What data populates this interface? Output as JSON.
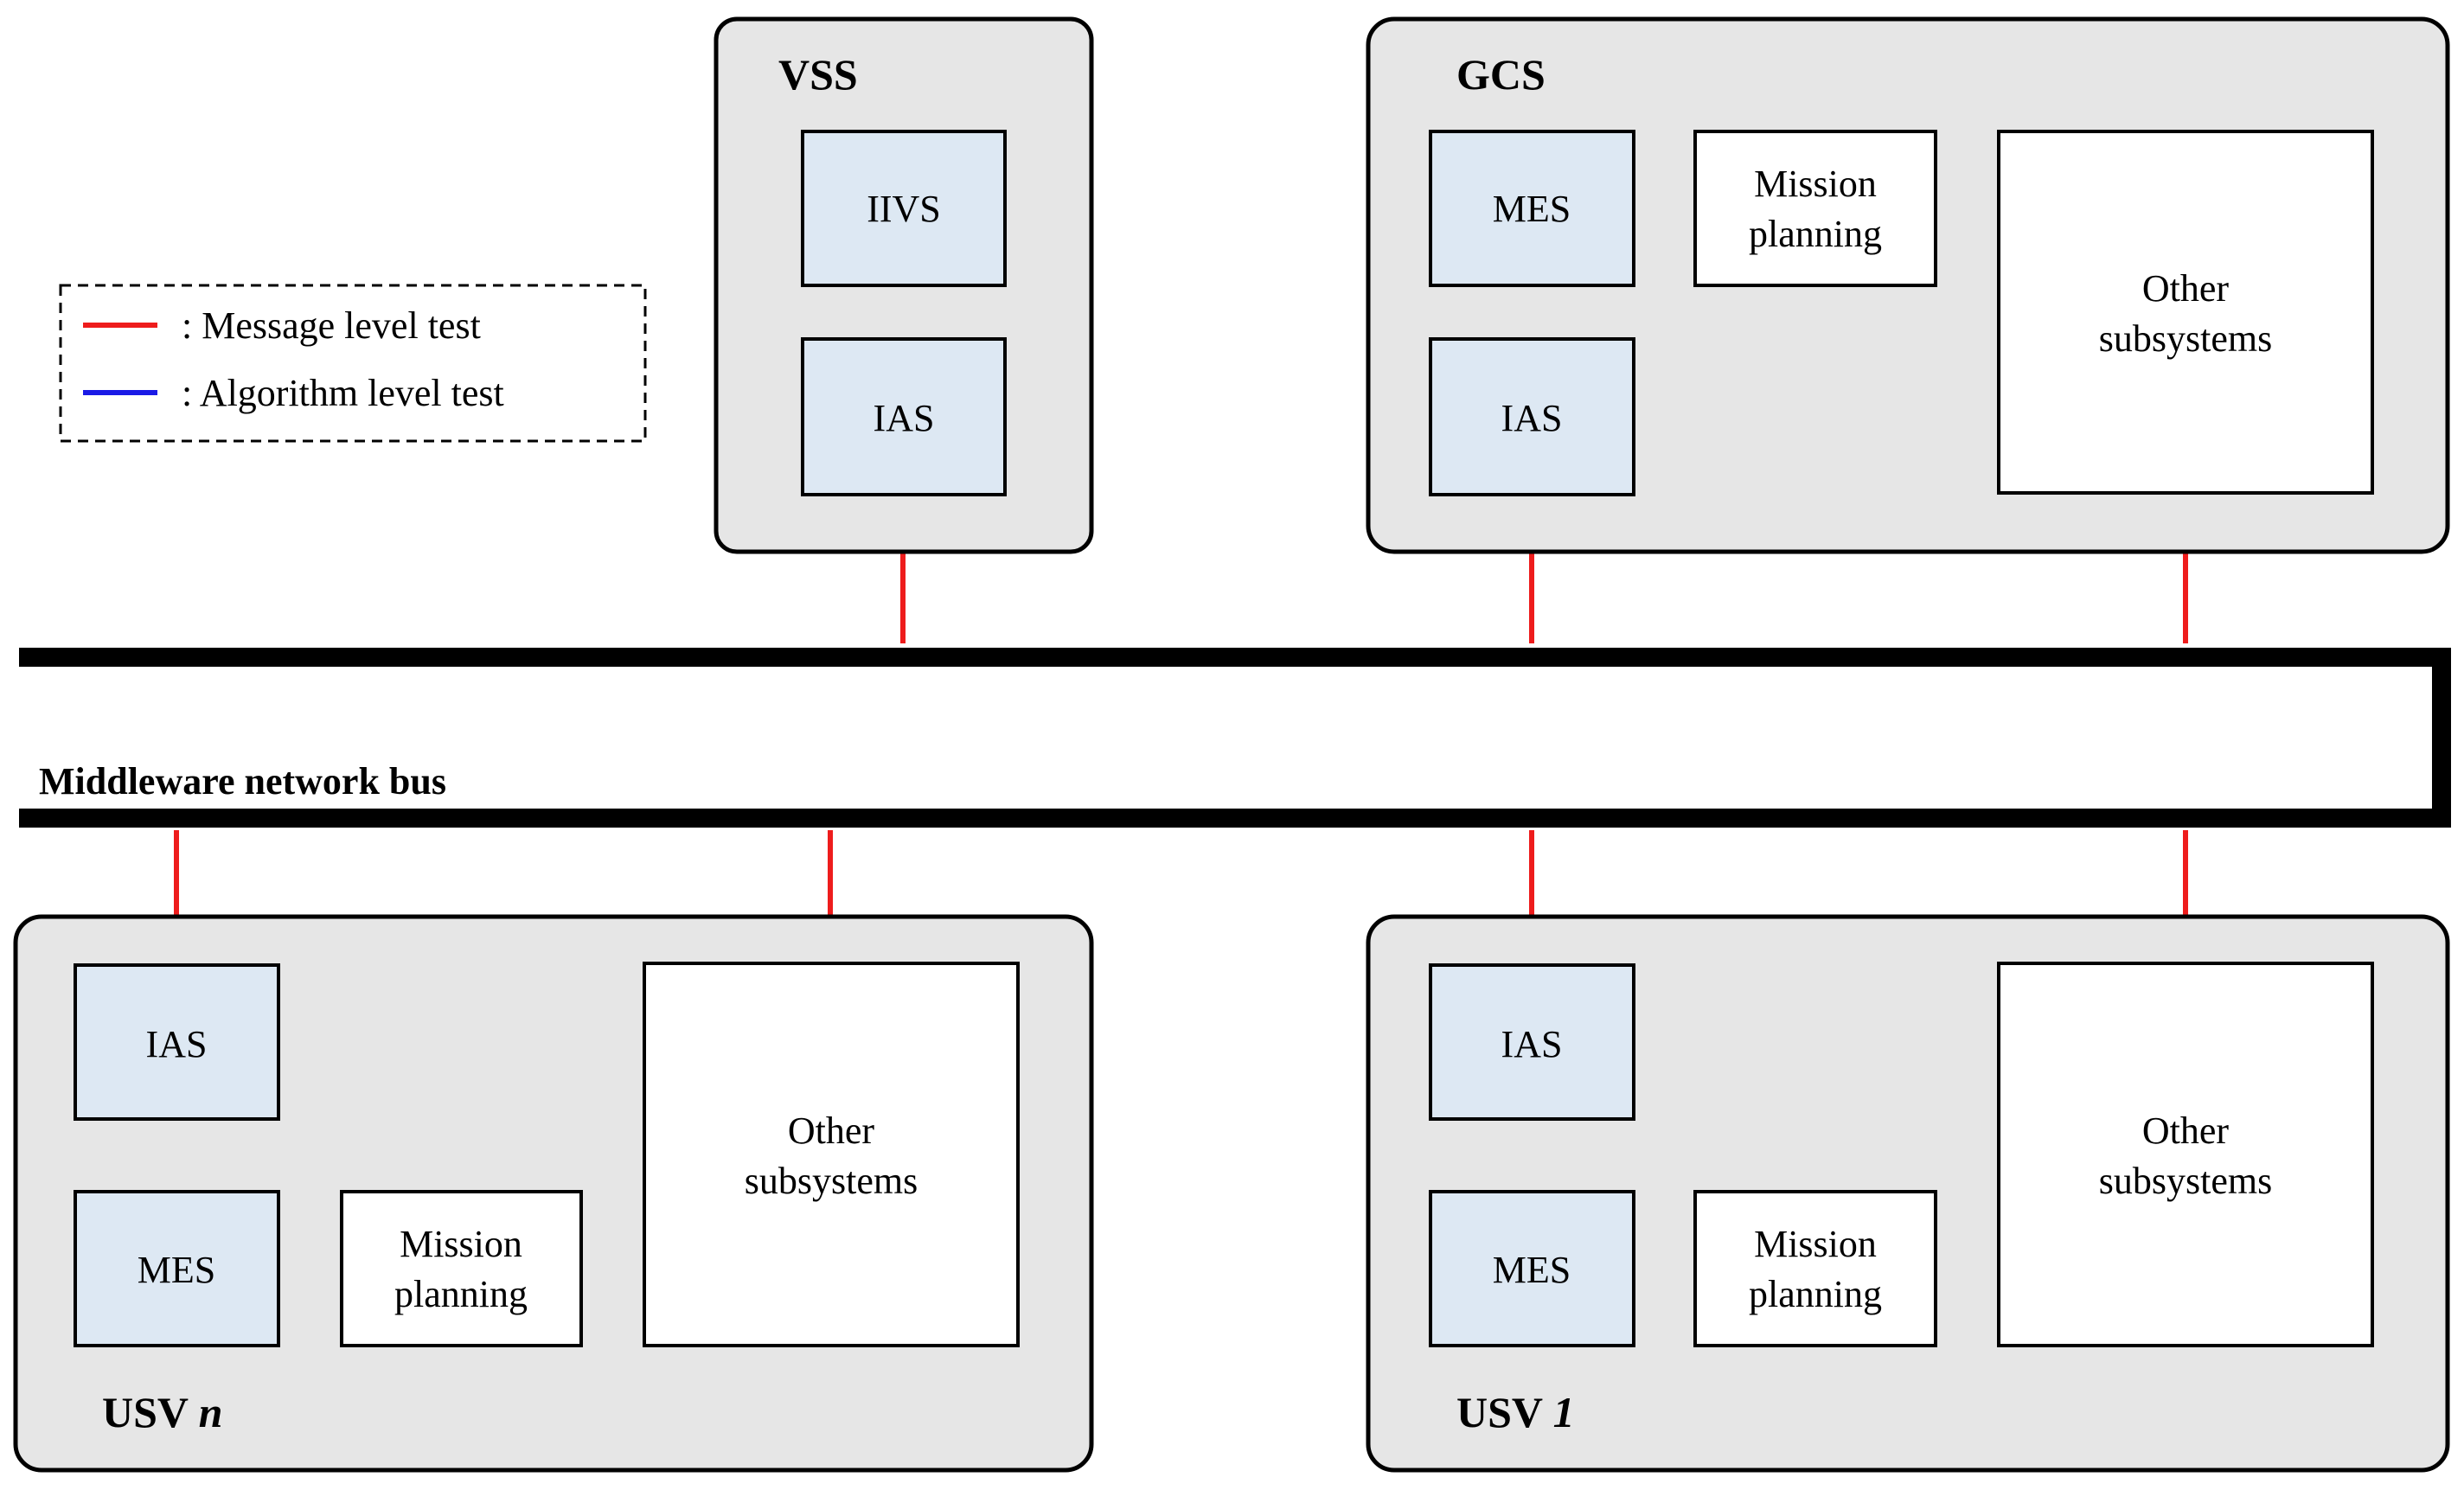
{
  "legend": {
    "message_level_test": ": Message level test",
    "algorithm_level_test": ": Algorithm level test",
    "message_color": "#ee1c1c",
    "algorithm_color": "#1a1ae6"
  },
  "bus": {
    "label": "Middleware network bus"
  },
  "groups": {
    "vss": {
      "title": "VSS"
    },
    "gcs": {
      "title": "GCS"
    },
    "usv_n": {
      "title_prefix": "USV ",
      "title_index": "n"
    },
    "usv_1": {
      "title_prefix": "USV ",
      "title_index": "1"
    }
  },
  "nodes": {
    "iivs": "IIVS",
    "ias": "IAS",
    "mes": "MES",
    "mission_planning_line1": "Mission",
    "mission_planning_line2": "planning",
    "other_subsystems_line1": "Other",
    "other_subsystems_line2": "subsystems"
  },
  "colors": {
    "panel_fill": "#e6e6e6",
    "box_blue_fill": "#dde8f3",
    "box_white_fill": "#ffffff"
  }
}
